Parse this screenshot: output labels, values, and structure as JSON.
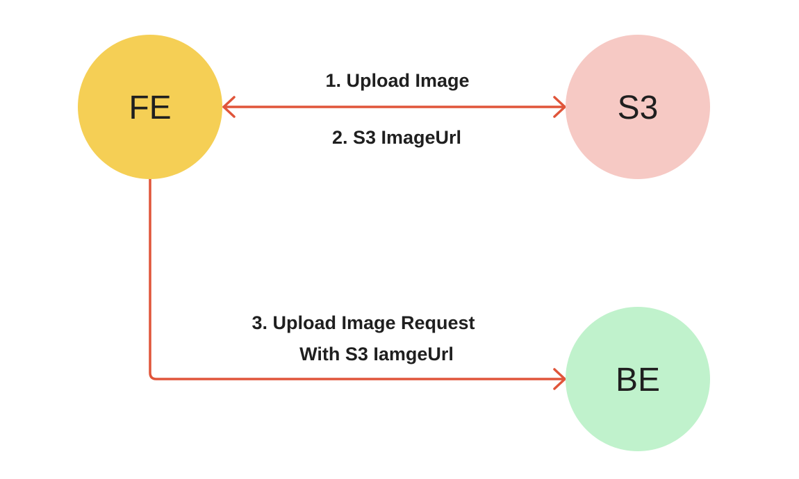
{
  "colors": {
    "edge": "#e0553a",
    "fe_fill": "#f5cf55",
    "s3_fill": "#f6c9c4",
    "be_fill": "#c0f2cc"
  },
  "nodes": {
    "fe": {
      "label": "FE"
    },
    "s3": {
      "label": "S3"
    },
    "be": {
      "label": "BE"
    }
  },
  "edges": {
    "fe_s3": {
      "label_top": "1. Upload Image",
      "label_bottom": "2. S3 ImageUrl"
    },
    "fe_be": {
      "label_line1": "3. Upload Image Request",
      "label_line2": "With S3 IamgeUrl"
    }
  }
}
